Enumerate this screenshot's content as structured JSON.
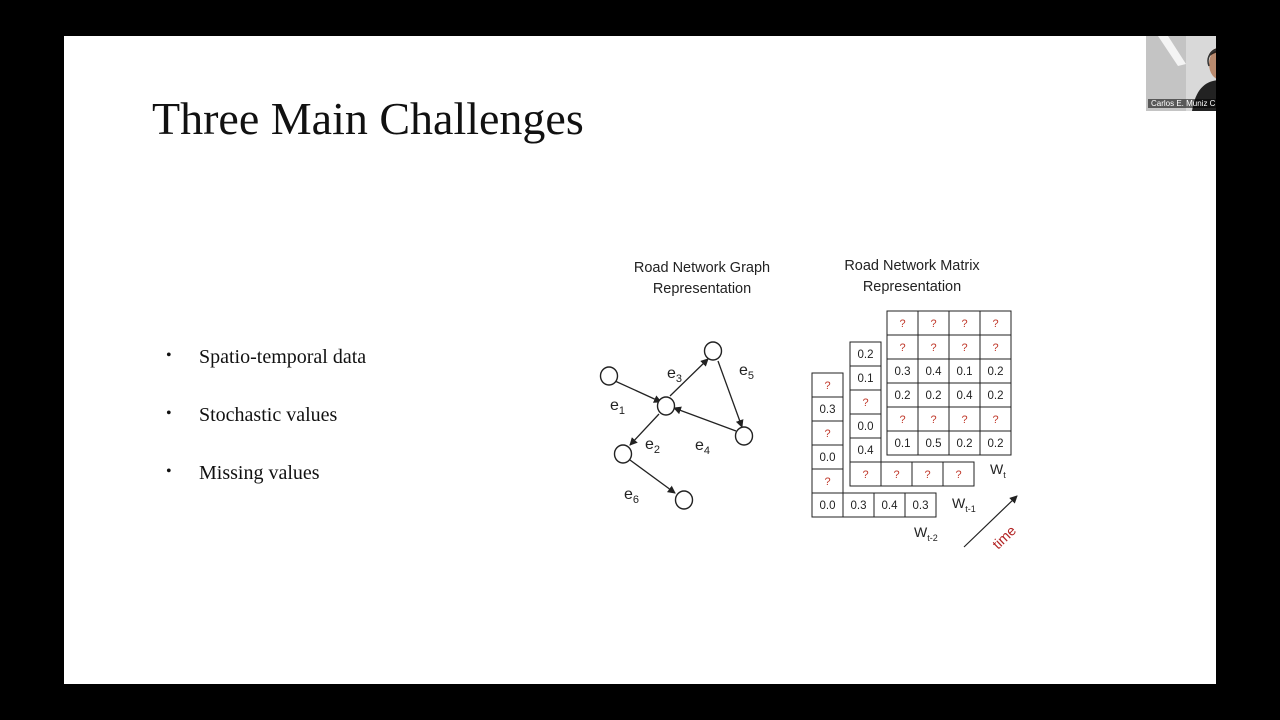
{
  "slide": {
    "title": "Three Main Challenges",
    "bullets": [
      {
        "text": "Spatio-temporal data"
      },
      {
        "text": "Stochastic values"
      },
      {
        "text": "Missing values"
      }
    ],
    "graph": {
      "caption_line1": "Road Network Graph",
      "caption_line2": "Representation",
      "edges": [
        {
          "base": "e",
          "sub": "1"
        },
        {
          "base": "e",
          "sub": "2"
        },
        {
          "base": "e",
          "sub": "3"
        },
        {
          "base": "e",
          "sub": "4"
        },
        {
          "base": "e",
          "sub": "5"
        },
        {
          "base": "e",
          "sub": "6"
        }
      ]
    },
    "matrix": {
      "caption_line1": "Road Network Matrix",
      "caption_line2": "Representation",
      "wt": {
        "base": "W",
        "sub": "t"
      },
      "wt1": {
        "base": "W",
        "sub": "t-1"
      },
      "wt2": {
        "base": "W",
        "sub": "t-2"
      },
      "time_label": "time",
      "front_rows": [
        [
          "?",
          "?",
          "?",
          "?"
        ],
        [
          "?",
          "?",
          "?",
          "?"
        ],
        [
          "0.3",
          "0.4",
          "0.1",
          "0.2"
        ],
        [
          "0.2",
          "0.2",
          "0.4",
          "0.2"
        ],
        [
          "?",
          "?",
          "?",
          "?"
        ],
        [
          "0.1",
          "0.5",
          "0.2",
          "0.2"
        ]
      ],
      "mid_col": [
        "0.2",
        "0.1",
        "?",
        "0.0",
        "0.4"
      ],
      "mid_bottom": [
        "?",
        "?",
        "?",
        "?"
      ],
      "back_col": [
        "?",
        "0.3",
        "?",
        "0.0",
        "?"
      ],
      "back_bottom": [
        "0.0",
        "0.3",
        "0.4",
        "0.3"
      ]
    }
  },
  "webcam": {
    "name": "Carlos E. Muniz Cuza"
  },
  "colors": {
    "question_mark": "#c0392b",
    "time_arrow_text": "#b22222",
    "slide_bg": "#ffffff",
    "frame_bg": "#000000"
  }
}
